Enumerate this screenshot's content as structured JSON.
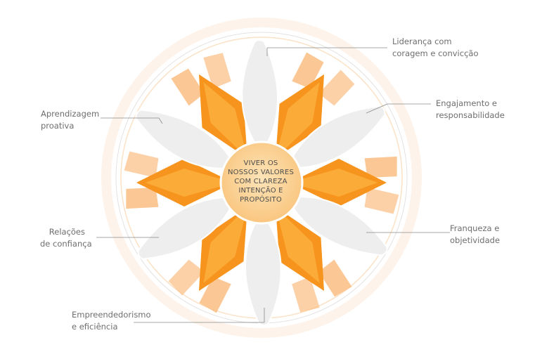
{
  "center": {
    "lines": [
      "VIVER OS",
      "NOSSOS VALORES",
      "COM CLAREZA",
      "INTENÇÃO E",
      "PROPÓSITO"
    ]
  },
  "values": [
    {
      "id": "lideranca",
      "lines": [
        "Liderança com",
        "coragem e convicção"
      ]
    },
    {
      "id": "engajamento",
      "lines": [
        "Engajamento e",
        "responsabilidade"
      ]
    },
    {
      "id": "franqueza",
      "lines": [
        "Franqueza e",
        "objetividade"
      ]
    },
    {
      "id": "empreendedorismo",
      "lines": [
        "Empreendedorismo",
        "e eficiência"
      ]
    },
    {
      "id": "relacoes",
      "lines": [
        "Relações",
        "de confiança"
      ]
    },
    {
      "id": "aprendizagem",
      "lines": [
        "Aprendizagem",
        "proativa"
      ]
    }
  ],
  "colors": {
    "orange": "#f7941d",
    "orange_light": "#fbb040",
    "peach": "#fbc28a",
    "petal": "#eeeeee",
    "ring": "#fbeee0",
    "center_fill": "#fcd59a",
    "leader_line": "#8a8a8a"
  }
}
